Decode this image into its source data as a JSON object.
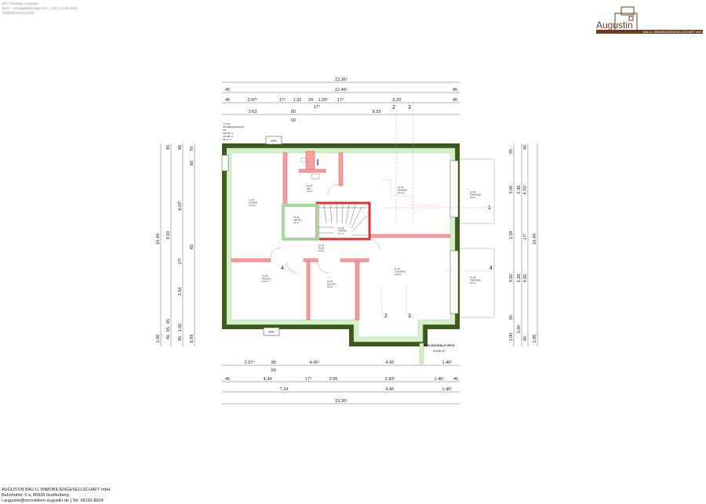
{
  "header": {
    "line1": "EFH Erssing | Augustin",
    "line2": "BVG - Vorlageplanungen M 1 : 100 | 25.09.2020",
    "line3": "UNTERGESCHOSS"
  },
  "logo": {
    "name": "Augustin",
    "tagline": "BAU U. IMMOBILIENGESELLSCHAFT mbH",
    "color": "#6b3a1f"
  },
  "footer": {
    "line1": "AUGUSTIN BAU U. IMMOBILIENGESELLSCHAFT mbH",
    "line2": "Bahnhofstr. 5 a, 86926 Greifenberg",
    "line3": "t.augustin@immobilien-augustin.de | Tel: 08192-8924"
  },
  "colors": {
    "outer_wall": "#3d5a1e",
    "insulation": "#d6f0c8",
    "inner_wall": "#f08a8a",
    "inner_wall_edge": "#e05050"
  },
  "plan_info": {
    "l1": "-0.1.00",
    "l2": "UNTERGESCHOSS",
    "l3": "UG",
    "l4": "469.50 m³",
    "l5": "144.88 m²",
    "l6": "46.71 m"
  },
  "top_dims": {
    "r1": [
      "13.36⁵"
    ],
    "r2": [
      "45",
      "12.46⁵",
      "45"
    ],
    "r3": [
      "45",
      "2.97⁵",
      "17⁵",
      "1.32",
      "24",
      "1.20⁵",
      "17⁵",
      "17⁵",
      "6.20",
      "45"
    ],
    "r4": [
      "3.63",
      "80",
      "60",
      "8.93"
    ]
  },
  "bottom_dims": {
    "r1": [
      "2.37⁵",
      "80",
      "60",
      "4.06⁵",
      "4.66",
      "1.46⁵"
    ],
    "r2": [
      "45",
      "4.34",
      "17⁵",
      "2.55",
      "3.93⁵",
      "1.46⁵",
      "45"
    ],
    "r3": [
      "7.24",
      "4.66",
      "1.46⁵"
    ],
    "r4": [
      "13.36⁵"
    ]
  },
  "left_dims": {
    "c1": [
      "10.49",
      "1.00"
    ],
    "c2": [
      "45",
      "9.59",
      "45",
      "55",
      "45"
    ],
    "c3": [
      "45",
      "6.07⁵",
      "17⁵",
      "3.34",
      "1.00",
      "45"
    ],
    "c4": [
      "70",
      "80",
      "60",
      "8.99",
      "1.00"
    ]
  },
  "right_dims": {
    "c1": [
      "95",
      "3.00",
      "1.59",
      "3.50",
      "95",
      "1.00"
    ],
    "c2": [
      "2.38",
      "2.38",
      "1.00"
    ],
    "c3": [
      "45",
      "4.76⁵",
      "17⁵",
      "4.65",
      "45"
    ],
    "c4": [
      "10.49",
      "1.00"
    ]
  },
  "window_tags": {
    "top": "80/60",
    "bottom": "80/60"
  },
  "section_marks": {
    "a": "2",
    "b": "3",
    "c": "1",
    "d": "4",
    "e": "4"
  },
  "rooms": [
    {
      "l1": "0.1.07",
      "l2": "TECHNIK",
      "l3": "17.9 m²"
    },
    {
      "l1": "0.1.02",
      "l2": "BAD",
      "l3": "7.8 m²"
    },
    {
      "l1": "0.1.03",
      "l2": "WOHNEN",
      "l3": "22.3 m²"
    },
    {
      "l1": "0.1.01",
      "l2": "ABSTELL",
      "l3": "3.6 m²"
    },
    {
      "l1": "0.1.09",
      "l2": "TREPPE",
      "l3": "5.1 m²"
    },
    {
      "l1": "0.1.02",
      "l2": "FLUR",
      "l3": "6.9 m²"
    },
    {
      "l1": "0.1.06",
      "l2": "KELLER 1",
      "l3": "13.9 m²"
    },
    {
      "l1": "0.1.05",
      "l2": "KELLER 2",
      "l3": "8.9 m²"
    },
    {
      "l1": "0.1.04",
      "l2": "SCHLAFEN",
      "l3": "23.5 m²"
    },
    {
      "l1": "0.1.08",
      "l2": "TERRASSE",
      "l3": "3.9 m²"
    },
    {
      "l1": "0.1.08",
      "l2": "TERRASSE",
      "l3": "3.9 m²"
    }
  ],
  "sockel": {
    "label": "FBS-SOCKELP-SP11",
    "area": "49.85 m²"
  }
}
